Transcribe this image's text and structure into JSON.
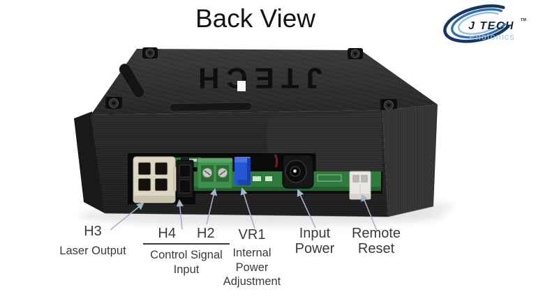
{
  "title": "Back View",
  "logo": {
    "brand": "J TECH",
    "trademark": "TM",
    "subtitle": "Photonics"
  },
  "device": {
    "embossed_text": "JTECH",
    "description": "Black 3D-printed laser driver enclosure, back view, connectors on rear PCB edge"
  },
  "annotations": {
    "h3": {
      "label": "H3",
      "description": "Laser Output"
    },
    "h4": {
      "label": "H4"
    },
    "h2": {
      "label": "H2"
    },
    "control_group": {
      "description": "Control Signal Input"
    },
    "vr1": {
      "label": "VR1",
      "description": "Internal Power Adjustment"
    },
    "input_power": {
      "label": "Input Power"
    },
    "remote_reset": {
      "label": "Remote Reset"
    }
  },
  "colors": {
    "arrow_blue": "#a3b3cb",
    "pcb_green": "#2f7a3c",
    "terminal_green": "#3f9150",
    "trimpot_blue": "#2456d6",
    "connector_cream": "#dcd6c2",
    "logo_navy": "#16365f",
    "logo_blue": "#2f6fb5",
    "logo_light_blue": "#93bce2",
    "label_text": "#3a3a3a"
  }
}
